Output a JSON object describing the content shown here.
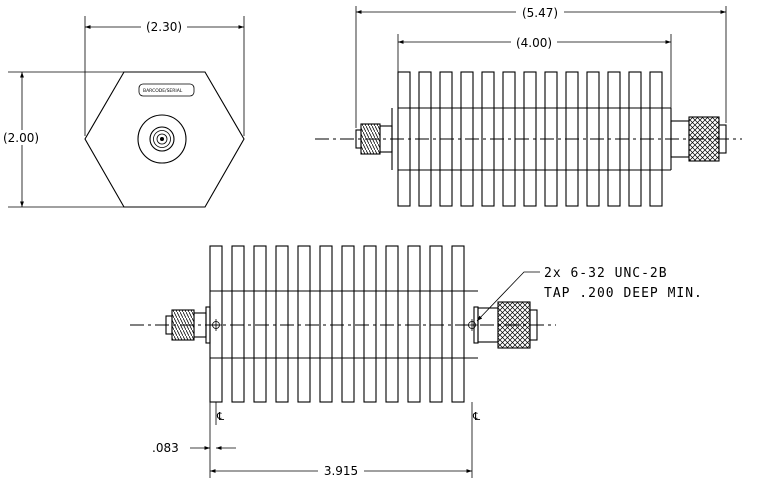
{
  "dimensions": {
    "hex_width": "(2.30)",
    "hex_height": "(2.00)",
    "overall_length": "(5.47)",
    "body_length": "(4.00)",
    "flange_offset": ".083",
    "hole_spacing": "3.915"
  },
  "labels": {
    "barcode": "BARCODE/SERIAL",
    "thread_note_line1": "2x 6-32 UNC-2B",
    "thread_note_line2": "TAP .200 DEEP MIN.",
    "centerline_left": "℄",
    "centerline_right": "℄"
  }
}
